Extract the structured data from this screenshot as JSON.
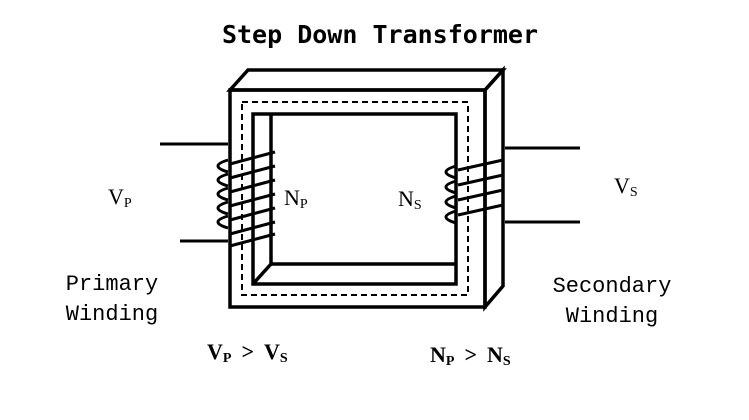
{
  "title": "Step Down Transformer",
  "primary": {
    "voltage_symbol": "V",
    "voltage_subscript": "P",
    "turns_symbol": "N",
    "turns_subscript": "P",
    "label_line1": "Primary",
    "label_line2": "Winding"
  },
  "secondary": {
    "voltage_symbol": "V",
    "voltage_subscript": "S",
    "turns_symbol": "N",
    "turns_subscript": "S",
    "label_line1": "Secondary",
    "label_line2": "Winding"
  },
  "relations": {
    "voltage": {
      "left": "V",
      "left_sub": "P",
      "op": ">",
      "right": "V",
      "right_sub": "S"
    },
    "turns": {
      "left": "N",
      "left_sub": "P",
      "op": ">",
      "right": "N",
      "right_sub": "S"
    }
  },
  "colors": {
    "ink": "#000000",
    "background": "#ffffff"
  }
}
